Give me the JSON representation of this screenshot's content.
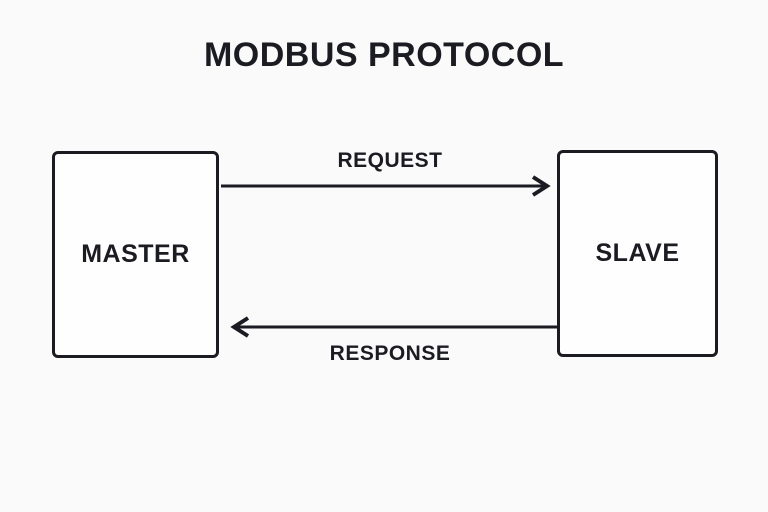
{
  "diagram": {
    "title": "MODBUS PROTOCOL",
    "nodes": [
      {
        "id": "master",
        "label": "MASTER"
      },
      {
        "id": "slave",
        "label": "SLAVE"
      }
    ],
    "arrows": [
      {
        "id": "request",
        "label": "REQUEST",
        "from": "master",
        "to": "slave",
        "direction": "right"
      },
      {
        "id": "response",
        "label": "RESPONSE",
        "from": "slave",
        "to": "master",
        "direction": "left"
      }
    ],
    "colors": {
      "background": "#fafafa",
      "node_fill": "#fefefe",
      "stroke": "#1b1b22",
      "text": "#1b1b22"
    }
  }
}
